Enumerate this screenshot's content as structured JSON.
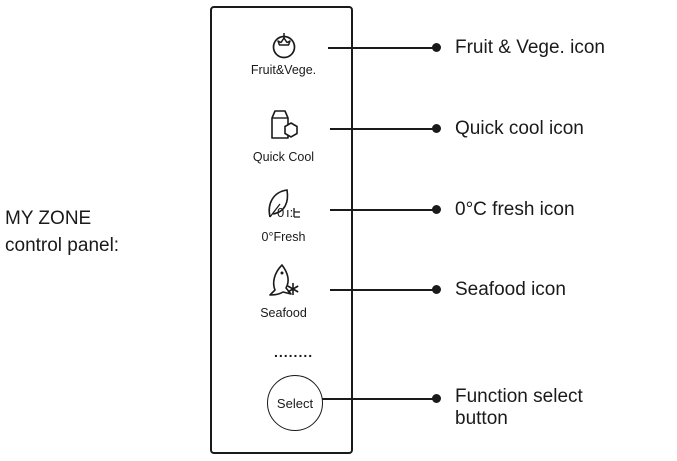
{
  "panel_caption": {
    "line1": "MY ZONE",
    "line2": "control panel:"
  },
  "panel_items": [
    {
      "icon": "tomato-icon",
      "label": "Fruit&Vege."
    },
    {
      "icon": "milk-carton-icon",
      "label": "Quick Cool"
    },
    {
      "icon": "leaf-zero-icon",
      "label": "0°Fresh"
    },
    {
      "icon": "fish-snowflake-icon",
      "label": "Seafood"
    }
  ],
  "more_indicator": "........",
  "select_button": {
    "label": "Select"
  },
  "callouts": [
    {
      "text": "Fruit & Vege. icon"
    },
    {
      "text": "Quick cool icon"
    },
    {
      "text": "0°C fresh icon"
    },
    {
      "text": "Seafood icon"
    },
    {
      "line1": "Function select",
      "line2": "button"
    }
  ]
}
